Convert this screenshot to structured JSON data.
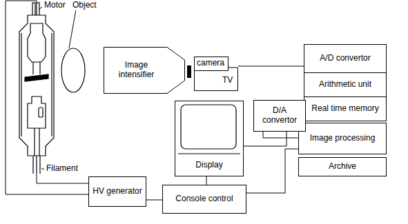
{
  "diagram": {
    "nodes": [
      {
        "text": [
          "Image intensifier"
        ]
      },
      {
        "text": [
          "camera",
          "TV"
        ]
      },
      {
        "text": [
          "A/D convertor"
        ]
      },
      {
        "text": [
          "Arithmetic unit"
        ]
      },
      {
        "text": [
          "Real time memory"
        ]
      },
      {
        "text": [
          "Image processing"
        ]
      },
      {
        "text": [
          "Archive"
        ]
      },
      {
        "text": [
          "Display"
        ]
      },
      {
        "text": [
          "D/A convertor"
        ]
      },
      {
        "text": [
          "HV generator"
        ]
      },
      {
        "text": [
          "Console control"
        ]
      }
    ],
    "edges": [
      {
        "from": 1,
        "to": 2,
        "arrow": "none"
      },
      {
        "from": 7,
        "to": 8,
        "arrow": "none"
      },
      {
        "from": 8,
        "to": 5,
        "arrow": "none"
      },
      {
        "from": 10,
        "to": 5,
        "arrow": "none"
      },
      {
        "from": 7,
        "to": 10,
        "arrow": "none"
      },
      {
        "from": 9,
        "to": 10,
        "arrow": "none"
      }
    ],
    "labels": [
      "Motor",
      "Object",
      "Filament"
    ]
  }
}
